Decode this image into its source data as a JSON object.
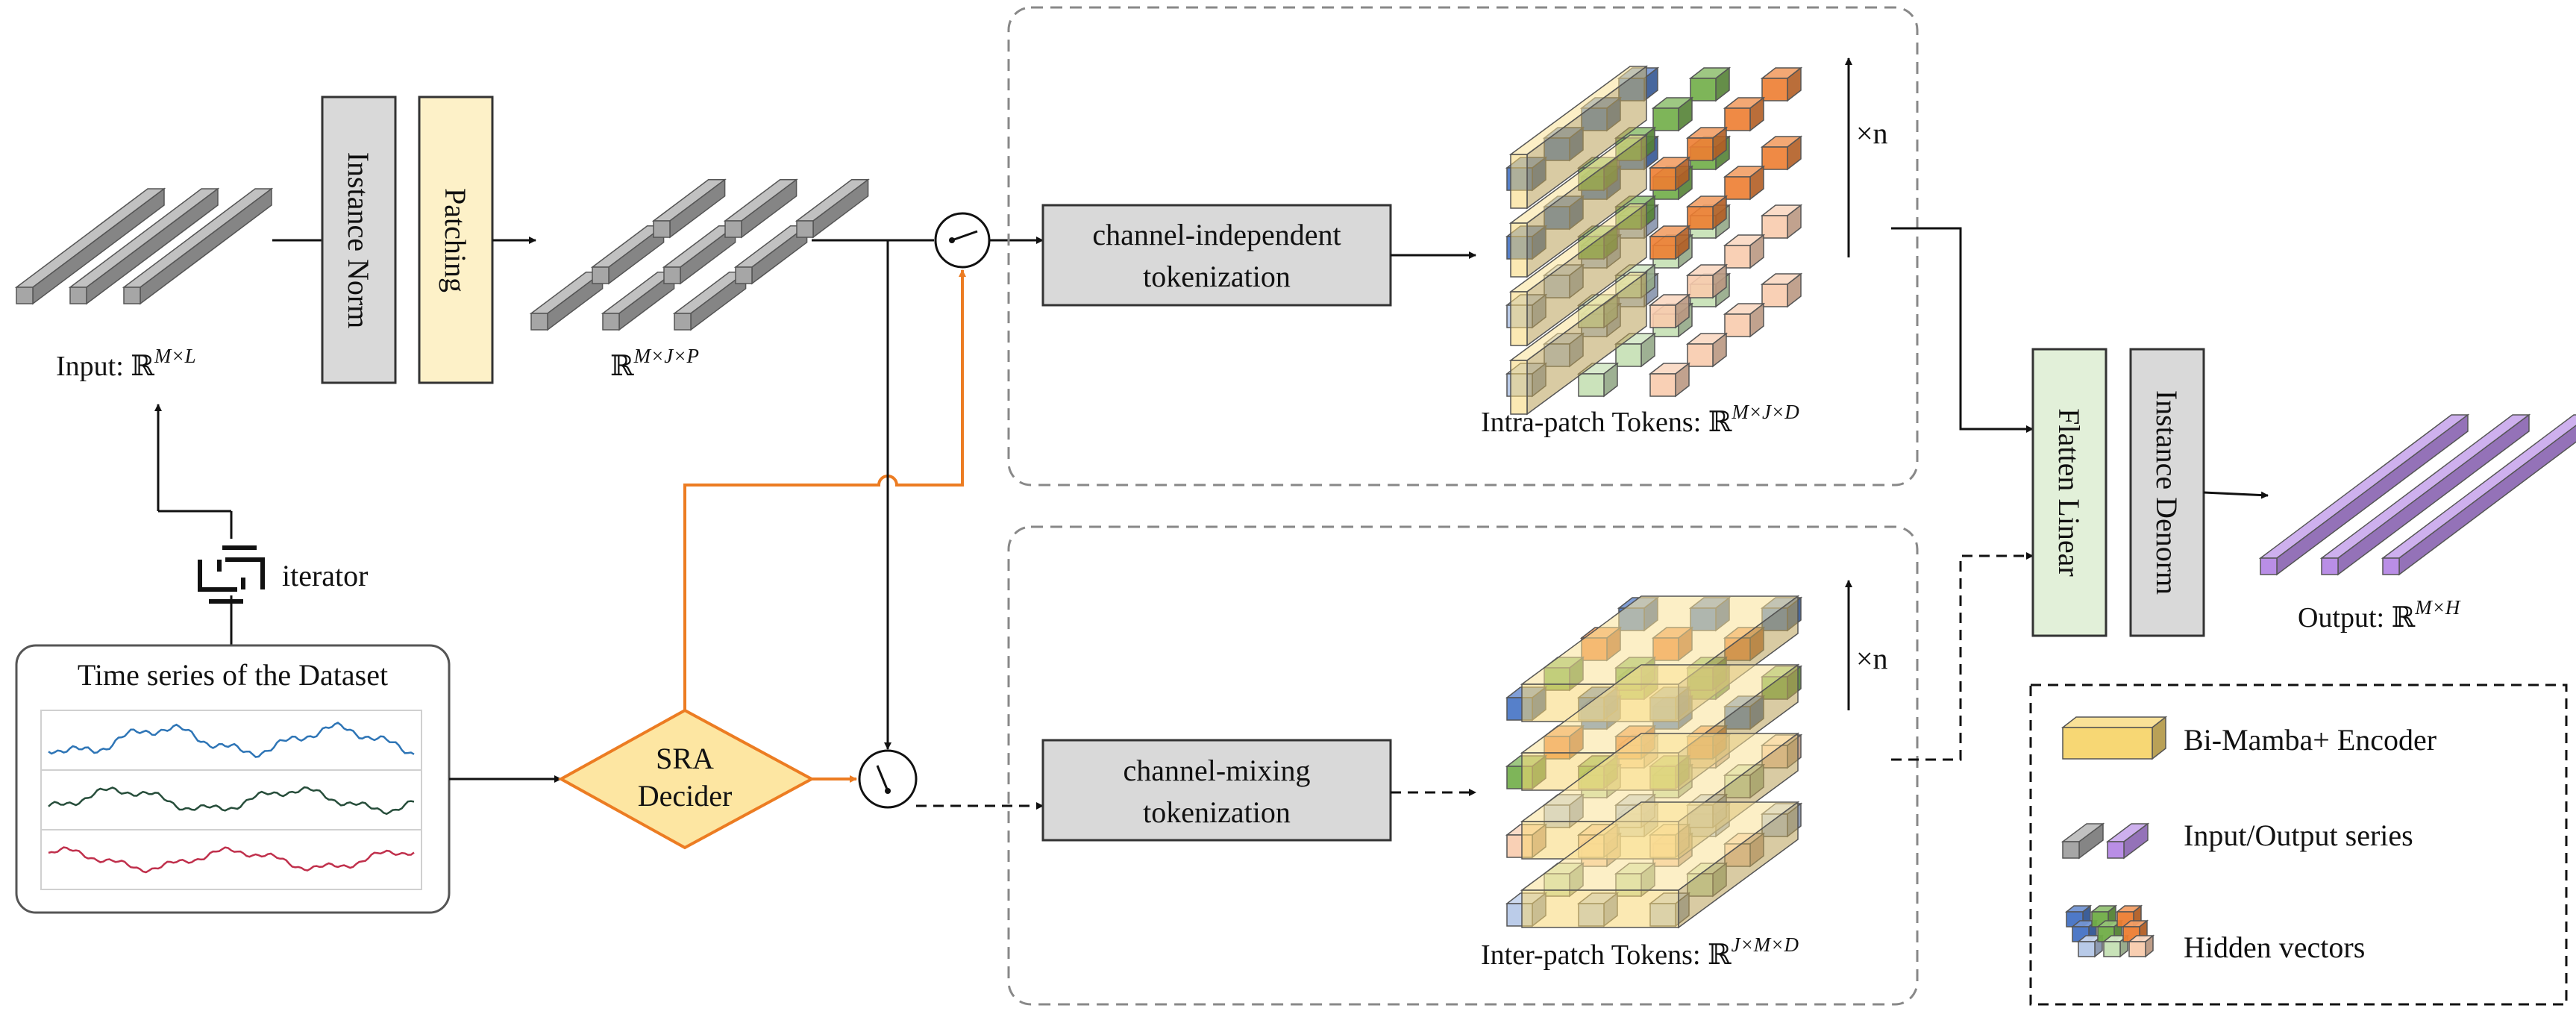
{
  "input": {
    "label": "Input: ℝ",
    "sup": "M×L"
  },
  "instance_norm": {
    "label": "Instance Norm"
  },
  "patching": {
    "label": "Patching"
  },
  "patched": {
    "label": "ℝ",
    "sup": "M×J×P"
  },
  "iterator": {
    "label": "iterator"
  },
  "dataset": {
    "title": "Time series of the Dataset"
  },
  "sra_decider": {
    "line1": "SRA",
    "line2": "Decider"
  },
  "channel_independent": {
    "line1": "channel-independent",
    "line2": "tokenization"
  },
  "channel_mixing": {
    "line1": "channel-mixing",
    "line2": "tokenization"
  },
  "intra_tokens": {
    "label": "Intra-patch Tokens: ℝ",
    "sup": "M×J×D"
  },
  "inter_tokens": {
    "label": "Inter-patch Tokens:  ℝ",
    "sup": "J×M×D"
  },
  "repeat": {
    "label": "×n"
  },
  "flatten_linear": {
    "label": "Flatten Linear"
  },
  "instance_denorm": {
    "label": "Instance Denorm"
  },
  "output": {
    "label": "Output: ℝ",
    "sup": "M×H"
  },
  "legend": {
    "encoder": "Bi-Mamba+ Encoder",
    "series": "Input/Output series",
    "hidden": "Hidden vectors"
  },
  "colors": {
    "gray_series": "#a6a6a6",
    "purple_series": "#b98ee6",
    "encoder_fill": "#f7d774",
    "norm_box": "#d9d9d9",
    "patching_box": "#fdf1c8",
    "flatten_box": "#e2f0d9",
    "orange_path": "#ec7c22",
    "sra_fill": "#fde6a2",
    "blue": "#4472c4",
    "green": "#70ad47",
    "orange": "#ed7d31",
    "light_blue": "#b4c7e7",
    "light_green": "#c5e0b4",
    "light_orange": "#f8cbad",
    "series_line_1": "#2e75b6",
    "series_line_2": "#264d3a",
    "series_line_3": "#c0304c"
  }
}
